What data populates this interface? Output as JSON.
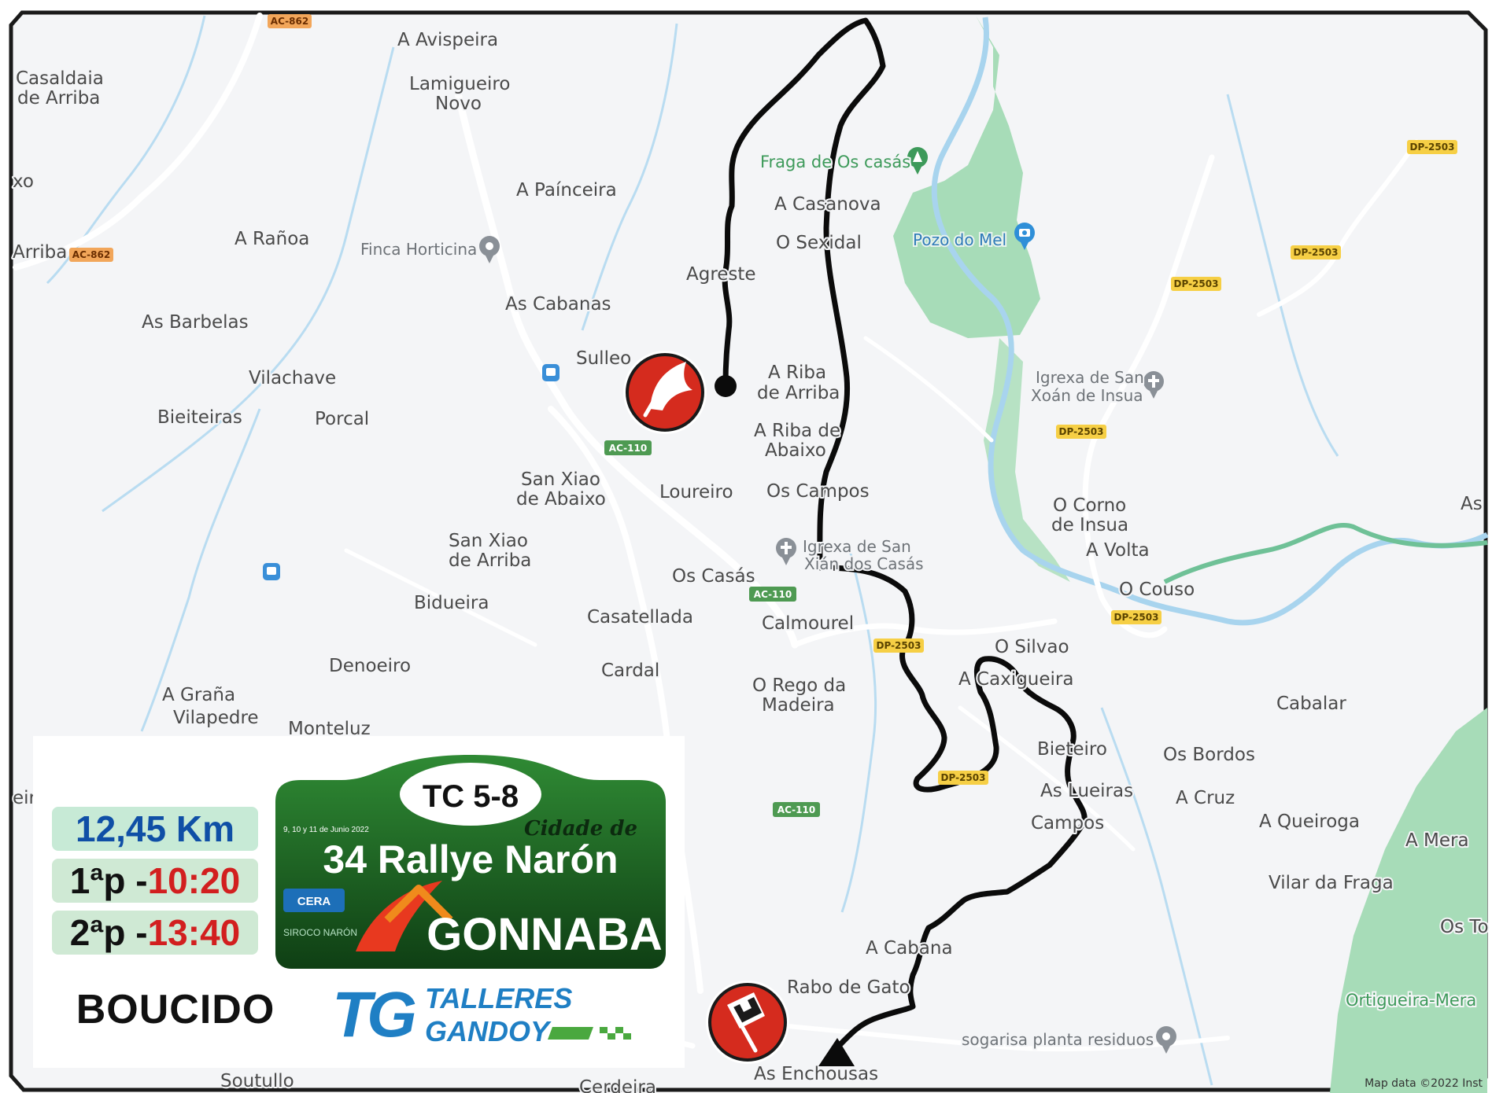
{
  "map": {
    "places": [
      {
        "name": "A Avispeira"
      },
      {
        "name": "Lamigueiro"
      },
      {
        "name": "Novo"
      },
      {
        "name": "Casaldaia"
      },
      {
        "name": "de Arriba"
      },
      {
        "name": "A Paínceira"
      },
      {
        "name": "A Rañoa"
      },
      {
        "name": "As Cabanas"
      },
      {
        "name": "As Barbelas"
      },
      {
        "name": "Sulleo"
      },
      {
        "name": "Vilachave"
      },
      {
        "name": "Bieiteiras"
      },
      {
        "name": "Porcal"
      },
      {
        "name": "San Xiao"
      },
      {
        "name": "de Abaixo"
      },
      {
        "name": "Loureiro"
      },
      {
        "name": "San Xiao"
      },
      {
        "name": "de Arriba"
      },
      {
        "name": "Bidueira"
      },
      {
        "name": "Os Casás"
      },
      {
        "name": "Casatellada"
      },
      {
        "name": "Denoeiro"
      },
      {
        "name": "Cardal"
      },
      {
        "name": "A Graña"
      },
      {
        "name": "Vilapedre"
      },
      {
        "name": "Monteluz"
      },
      {
        "name": "A Casanova"
      },
      {
        "name": "O Sexidal"
      },
      {
        "name": "Agreste"
      },
      {
        "name": "A Riba"
      },
      {
        "name": "de Arriba"
      },
      {
        "name": "A Riba de"
      },
      {
        "name": "Abaixo"
      },
      {
        "name": "Os Campos"
      },
      {
        "name": "Calmourel"
      },
      {
        "name": "O Rego da"
      },
      {
        "name": "Madeira"
      },
      {
        "name": "O Corno"
      },
      {
        "name": "de Insua"
      },
      {
        "name": "A Volta"
      },
      {
        "name": "O Couso"
      },
      {
        "name": "O Silvao"
      },
      {
        "name": "A Caxigueira"
      },
      {
        "name": "Bieteiro"
      },
      {
        "name": "As Lueiras"
      },
      {
        "name": "Campos"
      },
      {
        "name": "Os Bordos"
      },
      {
        "name": "A Cruz"
      },
      {
        "name": "Cabalar"
      },
      {
        "name": "A Queiroga"
      },
      {
        "name": "A Mera"
      },
      {
        "name": "Vilar da Fraga"
      },
      {
        "name": "Os To"
      },
      {
        "name": "A Cabana"
      },
      {
        "name": "Rabo de Gato"
      },
      {
        "name": "As Enchousas"
      },
      {
        "name": "Soutullo"
      },
      {
        "name": "Cerdeira"
      },
      {
        "name": "Arriba"
      },
      {
        "name": "As"
      },
      {
        "name": "xo"
      },
      {
        "name": "eir"
      }
    ],
    "pois": [
      {
        "name": "Fraga de Os casás"
      },
      {
        "name": "Pozo do Mel"
      },
      {
        "name": "Finca Horticina"
      },
      {
        "name": "Igrexa de San"
      },
      {
        "name": "Xoán de Insua"
      },
      {
        "name": "Igrexa de San"
      },
      {
        "name": "Xián dos Casás"
      },
      {
        "name": "sogarisa planta residuos"
      },
      {
        "name": "Ortigueira-Mera"
      }
    ],
    "road_shields": [
      {
        "label": "AC-862"
      },
      {
        "label": "AC-862"
      },
      {
        "label": "AC-110"
      },
      {
        "label": "AC-110"
      },
      {
        "label": "AC-110"
      },
      {
        "label": "DP-2503"
      },
      {
        "label": "DP-2503"
      },
      {
        "label": "DP-2503"
      },
      {
        "label": "DP-2503"
      },
      {
        "label": "DP-2503"
      },
      {
        "label": "DP-2503"
      },
      {
        "label": "DP-2503"
      }
    ],
    "attribution": "Map data ©2022 Inst",
    "colors": {
      "land": "#f4f5f7",
      "park": "#a7dcb8",
      "river": "#a8d4ee",
      "road": "#ffffff",
      "route": "#0b0b0b",
      "shield_yellow": "#f6cf45",
      "shield_orange": "#f2a65a",
      "shield_green": "#4e9a52",
      "marker_red": "#d52b1e"
    }
  },
  "rally": {
    "stage": "TC 5-8",
    "dates": "9, 10 y 11 de Junio 2022",
    "cidade": "Cidade de",
    "rallye_name": "34 Rallye Narón",
    "sponsor_main": "GONNABA",
    "sponsor_small_1": "CERA",
    "sponsor_small_2": "SIROCO NARÓN",
    "distance": "12,45 Km",
    "pass1_label": "1ªp - ",
    "pass1_time": "10:20",
    "pass2_label": "2ªp - ",
    "pass2_time": "13:40",
    "stage_name": "BOUCIDO",
    "sponsor_tg": "TG",
    "sponsor_talleres_1": "TALLERES",
    "sponsor_talleres_2": "GANDOY"
  }
}
